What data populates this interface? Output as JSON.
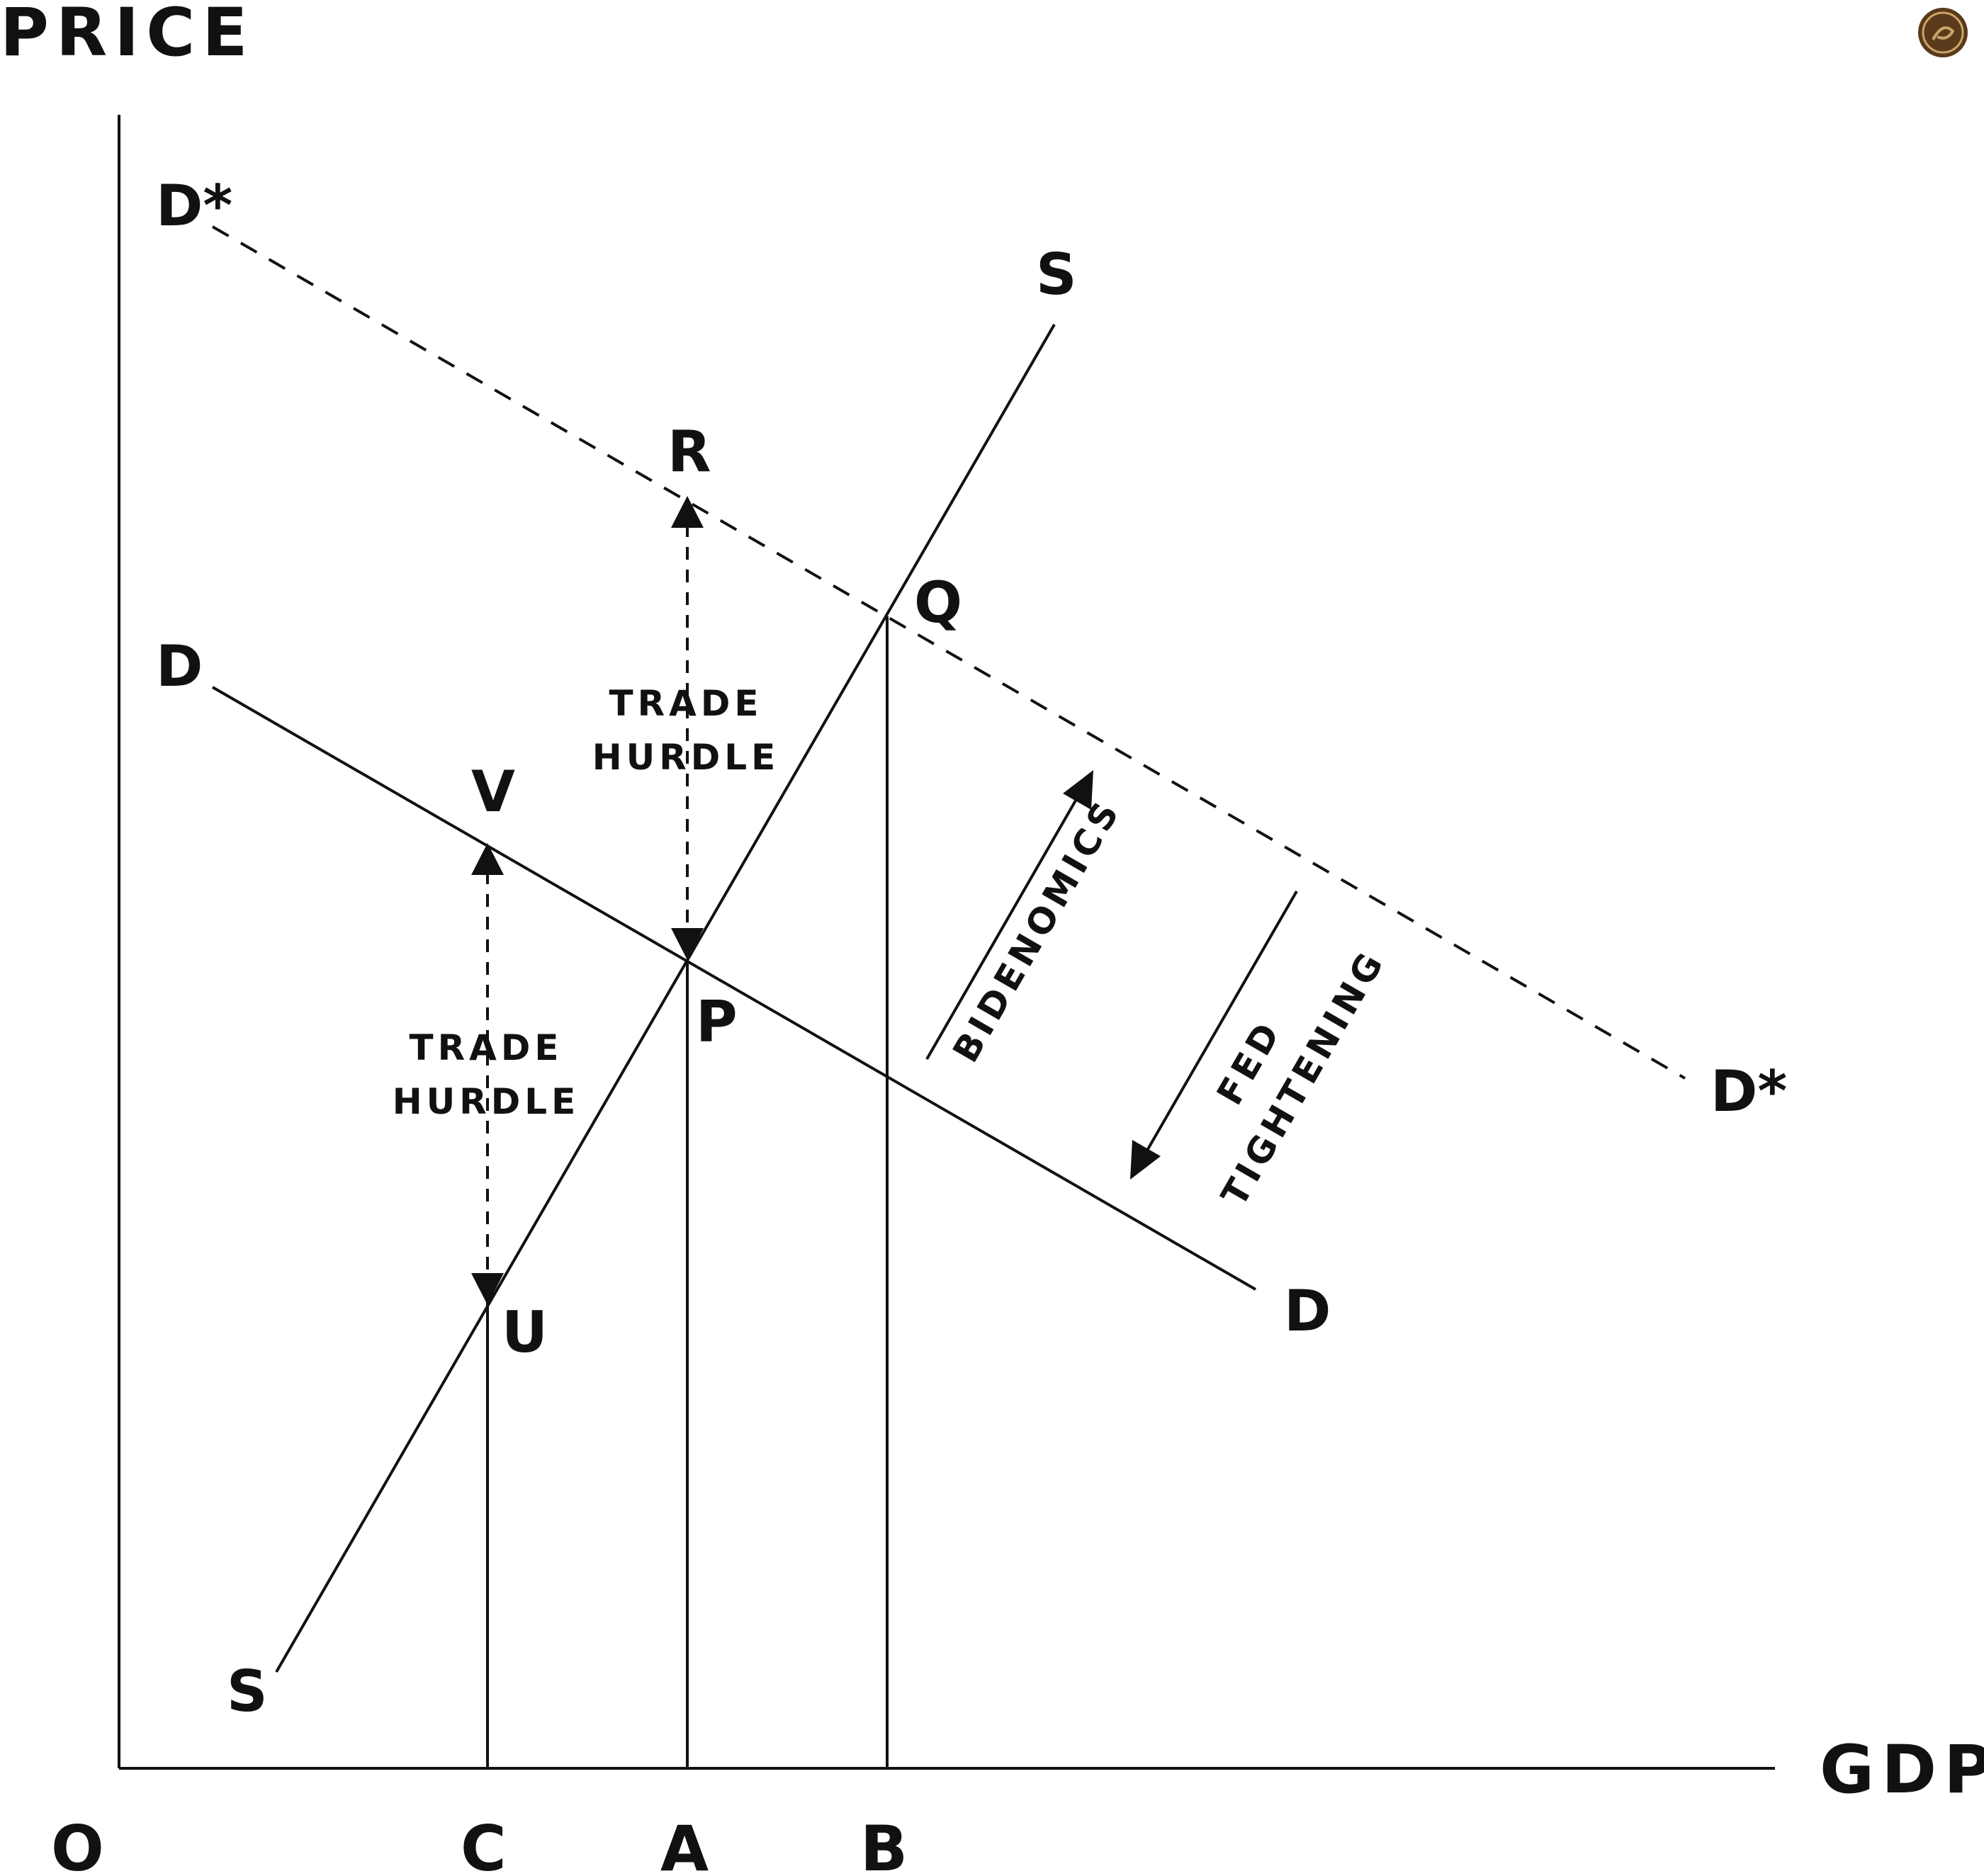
{
  "axes": {
    "y_title": "PRICE",
    "x_title": "GDP",
    "origin": "O"
  },
  "ticks": {
    "c": "C",
    "a": "A",
    "b": "B"
  },
  "curves": {
    "supply_top": "S",
    "supply_bottom": "S",
    "demand_left": "D",
    "demand_right": "D",
    "demand_star_left": "D*",
    "demand_star_right": "D*"
  },
  "points": {
    "r": "R",
    "q": "Q",
    "v": "V",
    "p": "P",
    "u": "U"
  },
  "annotations": {
    "trade_hurdle_upper": {
      "line1": "TRADE",
      "line2": "HURDLE"
    },
    "trade_hurdle_lower": {
      "line1": "TRADE",
      "line2": "HURDLE"
    },
    "bidenomics": "BIDENOMICS",
    "fed_line1": "FED",
    "fed_line2": "TIGHTENING"
  },
  "colors": {
    "ink": "#111111",
    "background": "#ffffff",
    "logo": "#5a3a1a"
  },
  "logo_icon": "farari-logo-icon"
}
